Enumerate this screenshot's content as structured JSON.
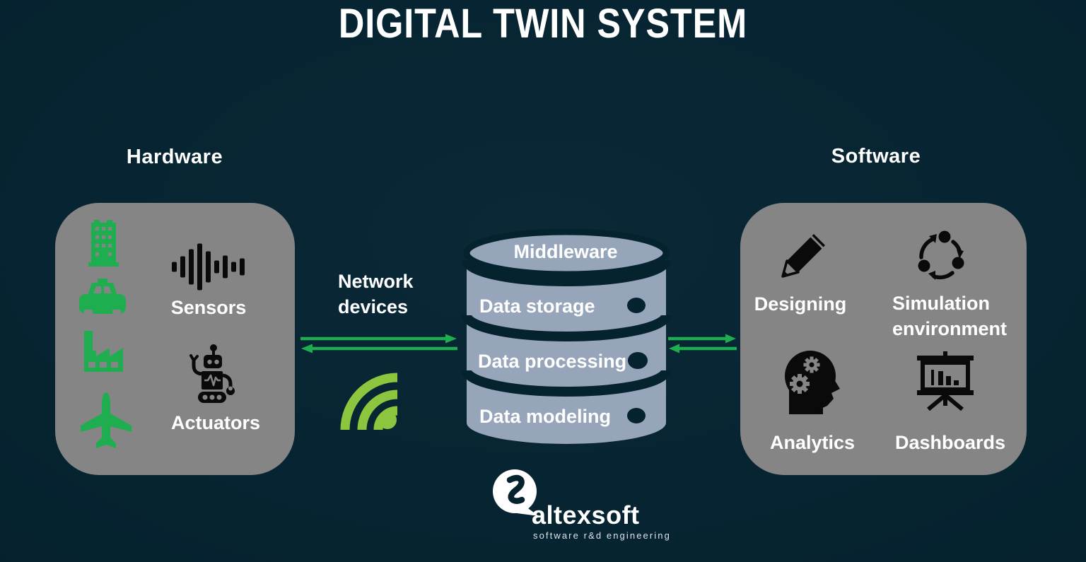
{
  "title": "DIGITAL TWIN SYSTEM",
  "hardware": {
    "heading": "Hardware",
    "sensors_label": "Sensors",
    "actuators_label": "Actuators",
    "device_icons": [
      "building-icon",
      "car-icon",
      "factory-icon",
      "airplane-icon",
      "sound-wave-icon",
      "robot-icon"
    ]
  },
  "network": {
    "label": "Network devices",
    "icons": [
      "double-arrow-icon",
      "wifi-icon"
    ]
  },
  "middleware": {
    "top_label": "Middleware",
    "layers": [
      "Data storage",
      "Data processing",
      "Data modeling"
    ]
  },
  "software": {
    "heading": "Software",
    "items": [
      "Designing",
      "Simulation environment",
      "Analytics",
      "Dashboards"
    ],
    "item_icons": [
      "pencil-icon",
      "cycle-icon",
      "head-gears-icon",
      "dashboard-icon"
    ]
  },
  "logo": {
    "name": "altexsoft",
    "tagline": "software r&d engineering"
  },
  "colors": {
    "background": "#05222f",
    "box_gray": "#858585",
    "cylinder_fill": "#97a5bb",
    "arrow_green": "#1fae4f",
    "wifi_green": "#8cc63e",
    "icon_black": "#0a0a0a",
    "text_white": "#ffffff"
  }
}
